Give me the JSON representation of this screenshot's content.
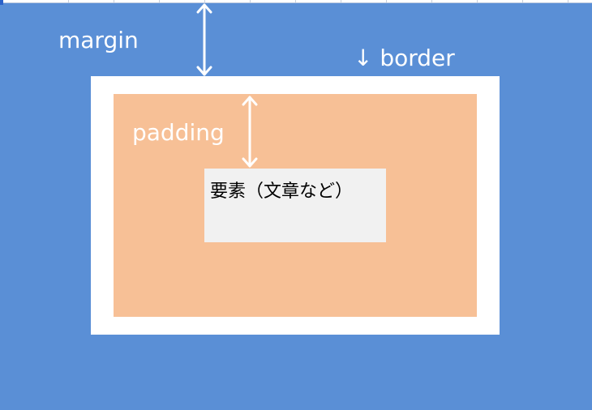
{
  "diagram": {
    "labels": {
      "margin": "margin",
      "border": "↓ border",
      "padding": "padding",
      "content": "要素（文章など）"
    },
    "colors": {
      "margin": "#5a8fd6",
      "border": "#ffffff",
      "padding": "#f7c096",
      "content": "#f1f1f1",
      "arrow": "#ffffff",
      "text_light": "#ffffff",
      "text_dark": "#000000"
    },
    "icons": {
      "margin_arrow": "double-headed-vertical-arrow-icon",
      "padding_arrow": "double-headed-vertical-arrow-icon"
    }
  }
}
